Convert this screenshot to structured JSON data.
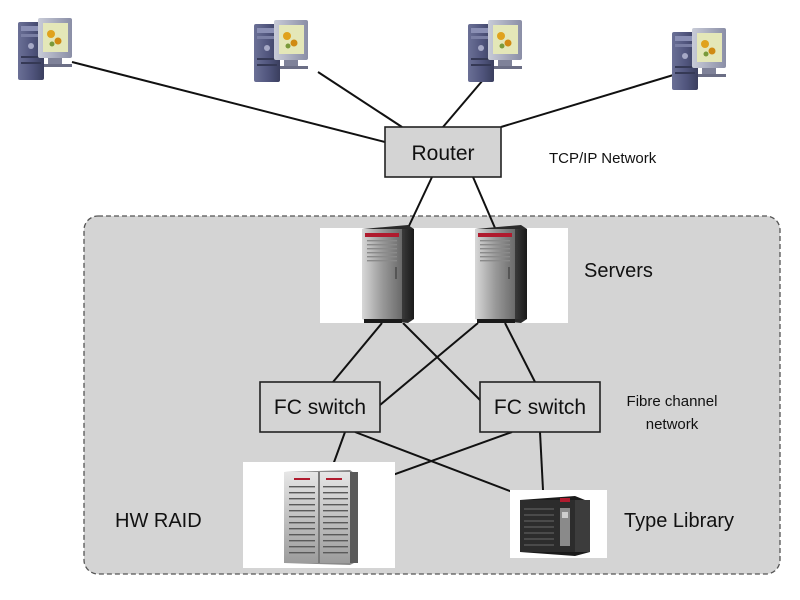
{
  "diagram": {
    "router_label": "Router",
    "tcp_network_label": "TCP/IP Network",
    "servers_label": "Servers",
    "fc_switch_left_label": "FC switch",
    "fc_switch_right_label": "FC switch",
    "fibre_label_line1": "Fibre channel",
    "fibre_label_line2": "network",
    "hw_raid_label": "HW RAID",
    "tape_library_label": "Type Library"
  },
  "colors": {
    "storage_area_fill": "#d4d4d4",
    "storage_area_border": "#555555",
    "node_fill": "#d4d4d4",
    "node_border": "#222222",
    "server_accent": "#b01b2e",
    "workstation_body": "#5a5e86",
    "workstation_bezel": "#4a5175",
    "workstation_screen": "#e4e7b8"
  }
}
